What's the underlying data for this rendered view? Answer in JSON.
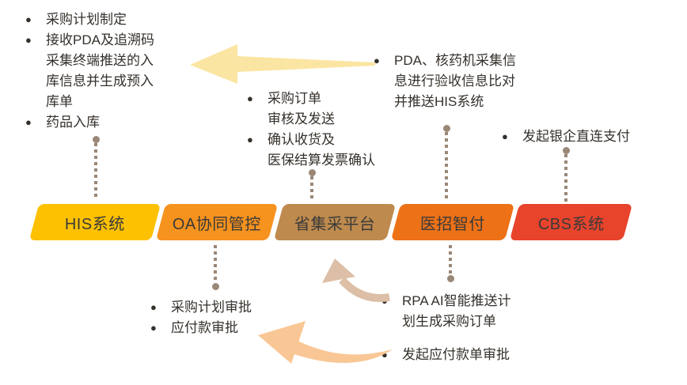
{
  "colors": {
    "text": "#35302b",
    "connector": "#9a8776",
    "big_arrow": "#fbe5a2",
    "curved_arrow_tan": "#dcbfa6",
    "curved_arrow_peach": "#f9c795",
    "banner_his": "#fdc101",
    "banner_oa": "#f6921e",
    "banner_province": "#be8a4d",
    "banner_yizhao": "#ed7117",
    "banner_cbs": "#e8432b"
  },
  "systems": [
    {
      "label": "HIS系统"
    },
    {
      "label": "OA协同管控"
    },
    {
      "label": "省集采平台"
    },
    {
      "label": "医招智付"
    },
    {
      "label": "CBS系统"
    }
  ],
  "blocks": {
    "his_top": {
      "items": [
        "采购计划制定",
        "接收PDA及追溯码\n采集终端推送的入\n库信息并生成预入\n库单",
        "药品入库"
      ]
    },
    "province_top": {
      "items": [
        "采购订单\n审核及发送",
        "确认收货及\n医保结算发票确认"
      ]
    },
    "yizhao_top": {
      "items": [
        "PDA、核药机采集信\n息进行验收信息比对\n并推送HIS系统"
      ]
    },
    "cbs_top": {
      "items": [
        "发起银企直连支付"
      ]
    },
    "oa_bottom": {
      "items": [
        "采购计划审批",
        "应付款审批"
      ]
    },
    "rpa": {
      "items": [
        "RPA AI智能推送计\n划生成采购订单"
      ]
    },
    "payment": {
      "items": [
        "发起应付款单审批"
      ]
    }
  }
}
